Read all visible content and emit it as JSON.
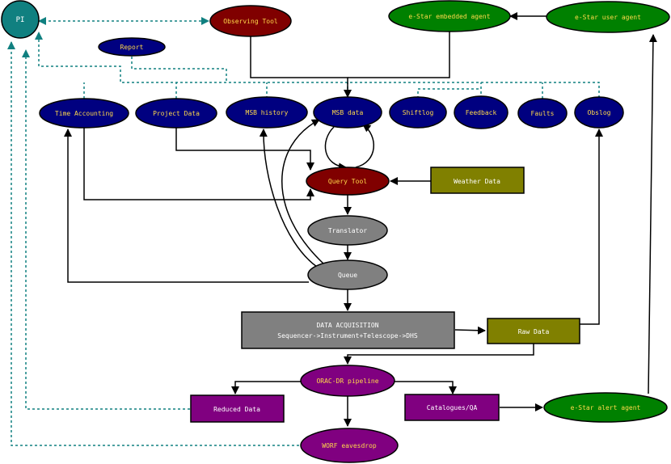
{
  "diagram": {
    "nodes": {
      "pi": {
        "label": "PI",
        "fill": "#108080"
      },
      "observing_tool": {
        "label": "Observing Tool",
        "fill": "#800000"
      },
      "estar_embedded": {
        "label": "e-Star embedded agent",
        "fill": "#008000"
      },
      "estar_user": {
        "label": "e-Star user agent",
        "fill": "#008000"
      },
      "report": {
        "label": "Report",
        "fill": "#000080"
      },
      "time_accounting": {
        "label": "Time Accounting",
        "fill": "#000080"
      },
      "project_data": {
        "label": "Project Data",
        "fill": "#000080"
      },
      "msb_history": {
        "label": "MSB history",
        "fill": "#000080"
      },
      "msb_data": {
        "label": "MSB data",
        "fill": "#000080"
      },
      "shiftlog": {
        "label": "Shiftlog",
        "fill": "#000080"
      },
      "feedback": {
        "label": "Feedback",
        "fill": "#000080"
      },
      "faults": {
        "label": "Faults",
        "fill": "#000080"
      },
      "obslog": {
        "label": "Obslog",
        "fill": "#000080"
      },
      "query_tool": {
        "label": "Query Tool",
        "fill": "#800000"
      },
      "weather_data": {
        "label": "Weather Data",
        "fill": "#808000"
      },
      "translator": {
        "label": "Translator",
        "fill": "#808080"
      },
      "queue": {
        "label": "Queue",
        "fill": "#808080"
      },
      "data_acquisition": {
        "label": "DATA  ACQUISITION",
        "sublabel": "Sequencer->Instrument+Telescope->DHS",
        "fill": "#808080"
      },
      "raw_data": {
        "label": "Raw Data",
        "fill": "#808000"
      },
      "oracdr": {
        "label": "ORAC-DR pipeline",
        "fill": "#800080"
      },
      "reduced_data": {
        "label": "Reduced  Data",
        "fill": "#800080"
      },
      "catalogues": {
        "label": "Catalogues/QA",
        "fill": "#800080"
      },
      "estar_alert": {
        "label": "e-Star alert agent",
        "fill": "#008000"
      },
      "worf": {
        "label": "WORF eavesdrop",
        "fill": "#800080"
      }
    },
    "colors": {
      "solid_edge": "#000000",
      "dashed_edge": "#108080",
      "yellow_text": "#ffd94a"
    }
  }
}
